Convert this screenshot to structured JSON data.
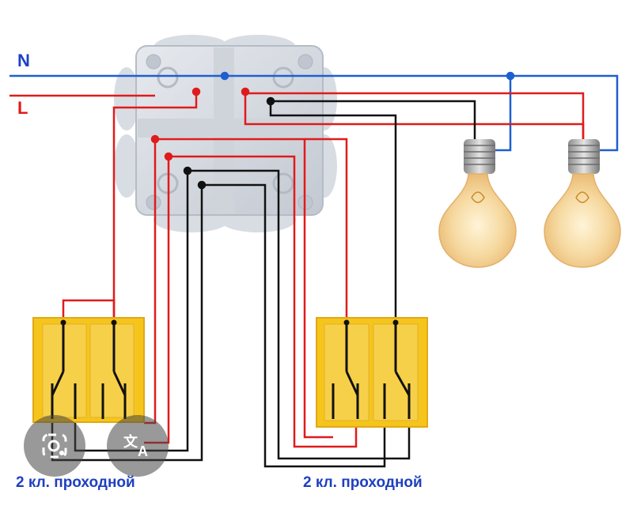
{
  "labels": {
    "neutral": "N",
    "line": "L"
  },
  "captions": {
    "left_switch": "2 кл. проходной",
    "right_switch": "2 кл. проходной"
  },
  "overlay": {
    "lens_button_icon": "image-search-icon",
    "translate_button_icon": "translate-icon"
  },
  "colors": {
    "neutral_wire": "#1e5fd0",
    "phase_wire": "#e01b1b",
    "switched_wire": "#111111",
    "switch_plate": "#f5c51c",
    "junction_box": "#d4d9e0",
    "caption": "#1e3fc0"
  }
}
